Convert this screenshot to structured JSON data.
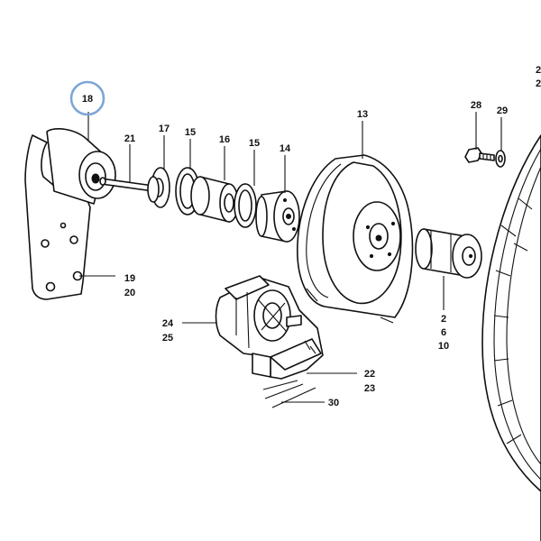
{
  "diagram": {
    "highlight_color": "#7ea6d6",
    "highlighted_callout": "18",
    "callouts": [
      {
        "id": "c18",
        "text": "18"
      },
      {
        "id": "c21",
        "text": "21"
      },
      {
        "id": "c17",
        "text": "17"
      },
      {
        "id": "c15a",
        "text": "15"
      },
      {
        "id": "c16",
        "text": "16"
      },
      {
        "id": "c15b",
        "text": "15"
      },
      {
        "id": "c14",
        "text": "14"
      },
      {
        "id": "c13",
        "text": "13"
      },
      {
        "id": "c28",
        "text": "28"
      },
      {
        "id": "c29",
        "text": "29"
      },
      {
        "id": "c19",
        "text": "19"
      },
      {
        "id": "c20",
        "text": "20"
      },
      {
        "id": "c24",
        "text": "24"
      },
      {
        "id": "c25",
        "text": "25"
      },
      {
        "id": "c2",
        "text": "2"
      },
      {
        "id": "c6",
        "text": "6"
      },
      {
        "id": "c10",
        "text": "10"
      },
      {
        "id": "c22",
        "text": "22"
      },
      {
        "id": "c23",
        "text": "23"
      },
      {
        "id": "c30",
        "text": "30"
      },
      {
        "id": "cEdge1",
        "text": "2"
      },
      {
        "id": "cEdge2",
        "text": "2"
      }
    ]
  }
}
